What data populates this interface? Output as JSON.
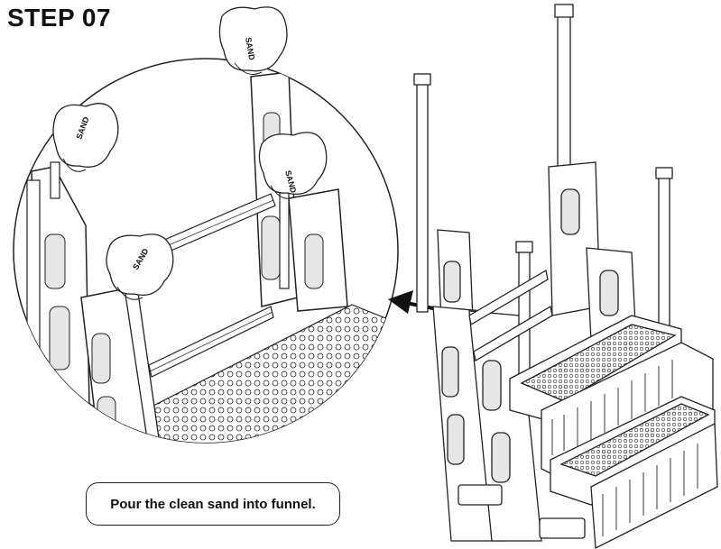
{
  "step": {
    "title": "STEP 07"
  },
  "instruction": {
    "text": "Pour the clean sand into funnel."
  },
  "bags": [
    {
      "label": "SAND"
    },
    {
      "label": "SAND"
    },
    {
      "label": "SAND"
    },
    {
      "label": "SAND"
    }
  ],
  "colors": {
    "line": "#222222",
    "fill": "#ffffff",
    "shade": "#dcdcdc"
  },
  "icons": [
    "arrow-left-icon",
    "sand-bag-icon"
  ]
}
